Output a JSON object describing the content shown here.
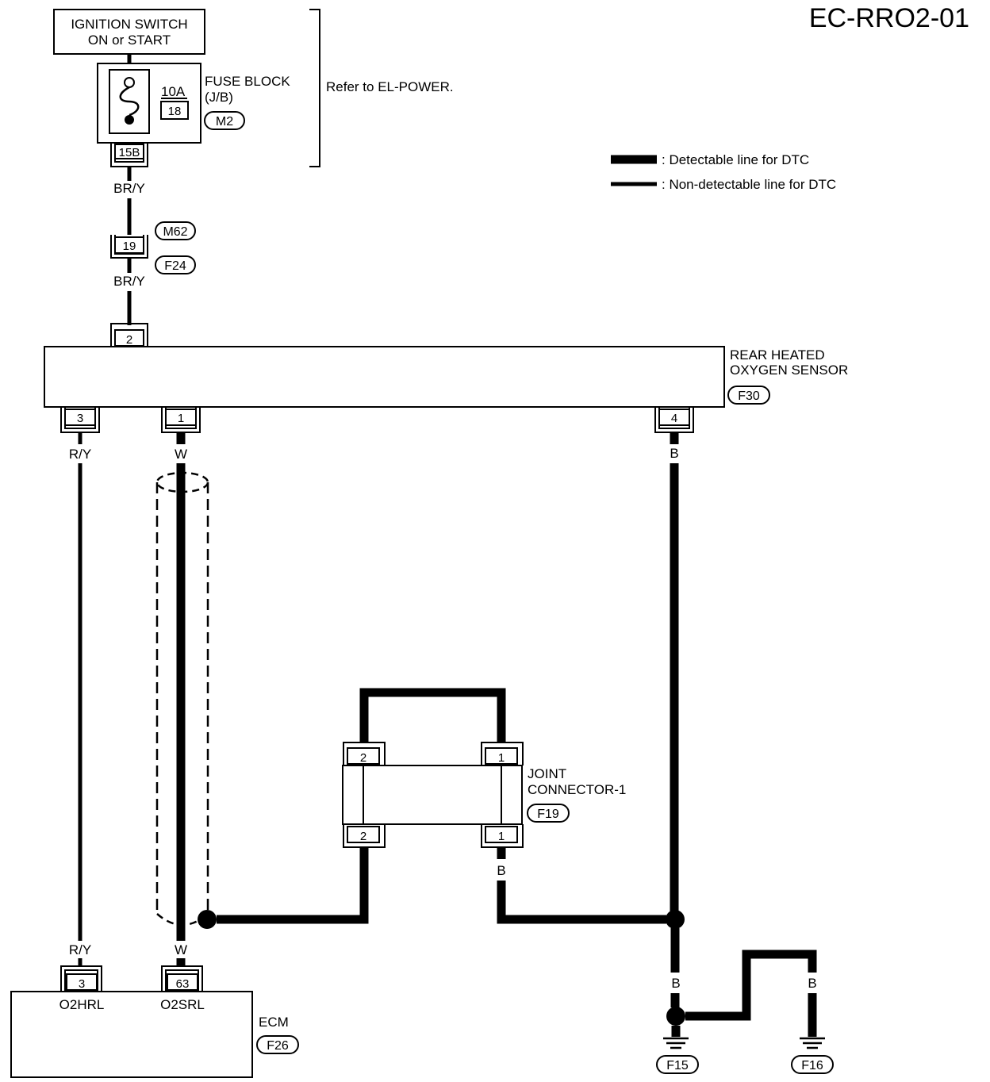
{
  "diagram_id": "EC-RRO2-01",
  "ignition": {
    "line1": "IGNITION SWITCH",
    "line2": "ON or START"
  },
  "fuse_block": {
    "name": "FUSE BLOCK",
    "sub": "(J/B)",
    "connector": "M2",
    "amperage": "10A",
    "fuse_number": "18",
    "terminal": "15B"
  },
  "refer_note": "Refer to EL-POWER.",
  "legend": {
    "detectable": ": Detectable line for DTC",
    "non_detectable": ": Non-detectable line for DTC"
  },
  "wire_colors": {
    "br_y": "BR/Y",
    "r_y": "R/Y",
    "w": "W",
    "b": "B"
  },
  "inline_connector": {
    "pin": "19",
    "male": "M62",
    "female": "F24"
  },
  "sensor": {
    "line1": "REAR HEATED",
    "line2": "OXYGEN SENSOR",
    "connector": "F30",
    "pins": {
      "top": "2",
      "left": "3",
      "middle": "1",
      "right": "4"
    }
  },
  "joint": {
    "line1": "JOINT",
    "line2": "CONNECTOR-1",
    "connector": "F19",
    "pin_left": "2",
    "pin_right": "1"
  },
  "ecm": {
    "name": "ECM",
    "connector": "F26",
    "pin_a": "3",
    "pin_b": "63",
    "term_a": "O2HRL",
    "term_b": "O2SRL"
  },
  "grounds": {
    "g1": "F15",
    "g2": "F16"
  }
}
